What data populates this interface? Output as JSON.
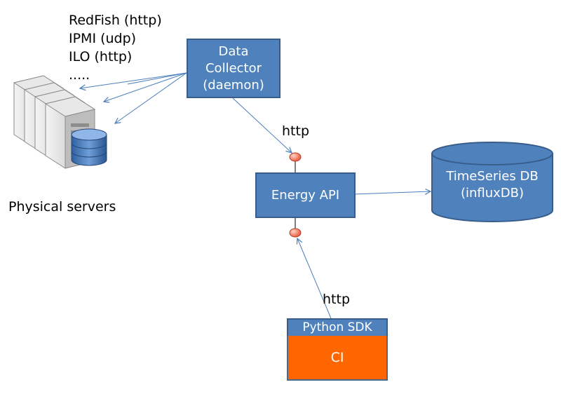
{
  "protocols": [
    "RedFish (http)",
    "IPMI (udp)",
    "ILO (http)",
    "....."
  ],
  "servers_label": "Physical servers",
  "collector": {
    "line1": "Data",
    "line2": "Collector",
    "line3": "(daemon)"
  },
  "http_top": "http",
  "http_bottom": "http",
  "api": {
    "label": "Energy API"
  },
  "db": {
    "line1": "TimeSeries DB",
    "line2": "(influxDB)"
  },
  "sdk": {
    "header": "Python SDK",
    "body": "CI"
  },
  "colors": {
    "box_fill": "#4f81bd",
    "box_border": "#385d8a",
    "connector": "#4a7ebb",
    "ci_fill": "#ff6600",
    "port": "#e8553a"
  },
  "icons": [
    "server-stack-icon",
    "database-icon"
  ]
}
